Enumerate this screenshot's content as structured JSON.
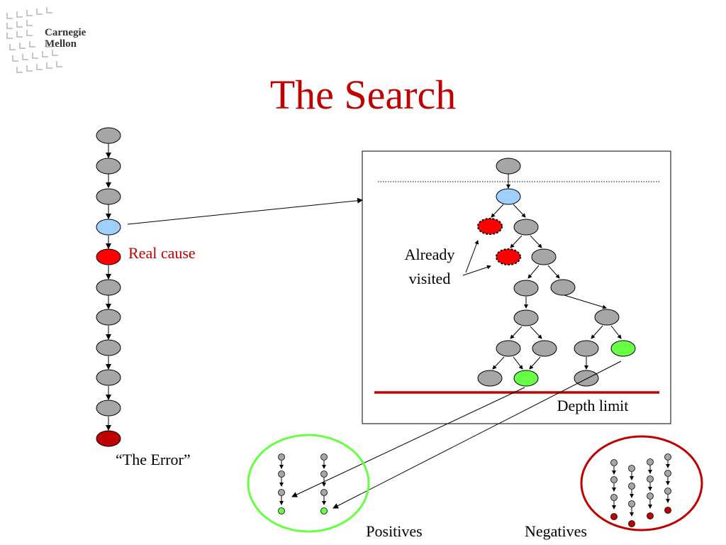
{
  "slide": {
    "title": "The Search",
    "logo": {
      "line1": "Carnegie",
      "line2": "Mellon"
    },
    "labels": {
      "real_cause": "Real cause",
      "the_error": "“The Error”",
      "already": "Already",
      "visited": "visited",
      "depth_limit": "Depth limit",
      "positives": "Positives",
      "negatives": "Negatives"
    }
  },
  "colors": {
    "title": "#c00000",
    "node_gray": "#a6a6a6",
    "node_blue": "#9fcfff",
    "node_red": "#ff0000",
    "node_darkred": "#c00000",
    "node_green": "#66ff44",
    "positives_ring": "#66ff44",
    "negatives_ring": "#c00000",
    "depth_line": "#c00000"
  }
}
